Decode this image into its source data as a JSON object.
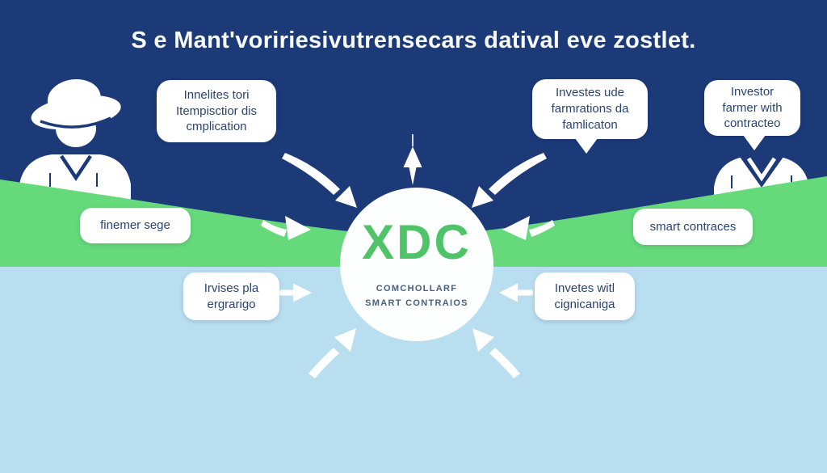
{
  "title": "S e Mant'voririesivutrensecars datival eve zostlet.",
  "center": {
    "logo": "XDC",
    "subtitle_line1": "COMCHOLLARF",
    "subtitle_line2": "SMART CONTRAIOS"
  },
  "bubbles": {
    "top_left": {
      "line1": "Innelites tori",
      "line2": "Itempisctior dis",
      "line3": "cmplication"
    },
    "top_middle": {
      "line1": "Investes ude",
      "line2": "farmrations da",
      "line3": "famlicaton"
    },
    "top_right": {
      "line1": "Investor",
      "line2": "farmer with",
      "line3": "contracteo"
    },
    "green_left": {
      "line1": "finemer sege"
    },
    "green_right": {
      "line1": "smart contraces"
    },
    "bottom_left": {
      "line1": "Irvises pla",
      "line2": "ergrarigo"
    },
    "bottom_right": {
      "line1": "Invetes witl",
      "line2": "cignicaniga"
    }
  },
  "icons": {
    "farmer_left": "farmer-with-hat-icon",
    "farmer_right": "farmer-torso-icon",
    "arrows": [
      "arrow-up-icon",
      "arrow-upper-left-icon",
      "arrow-upper-right-icon",
      "arrow-left-icon",
      "arrow-right-icon",
      "arrow-mid-left-icon",
      "arrow-mid-right-icon",
      "arrow-lower-left-icon",
      "arrow-lower-right-icon"
    ]
  },
  "colors": {
    "navy": "#1c3a78",
    "green_band": "#66d97b",
    "light_blue": "#b9def0",
    "logo_green": "#4ec368",
    "bubble_bg": "#ffffff",
    "bubble_text": "#2a4470",
    "arrow": "#ffffff"
  }
}
